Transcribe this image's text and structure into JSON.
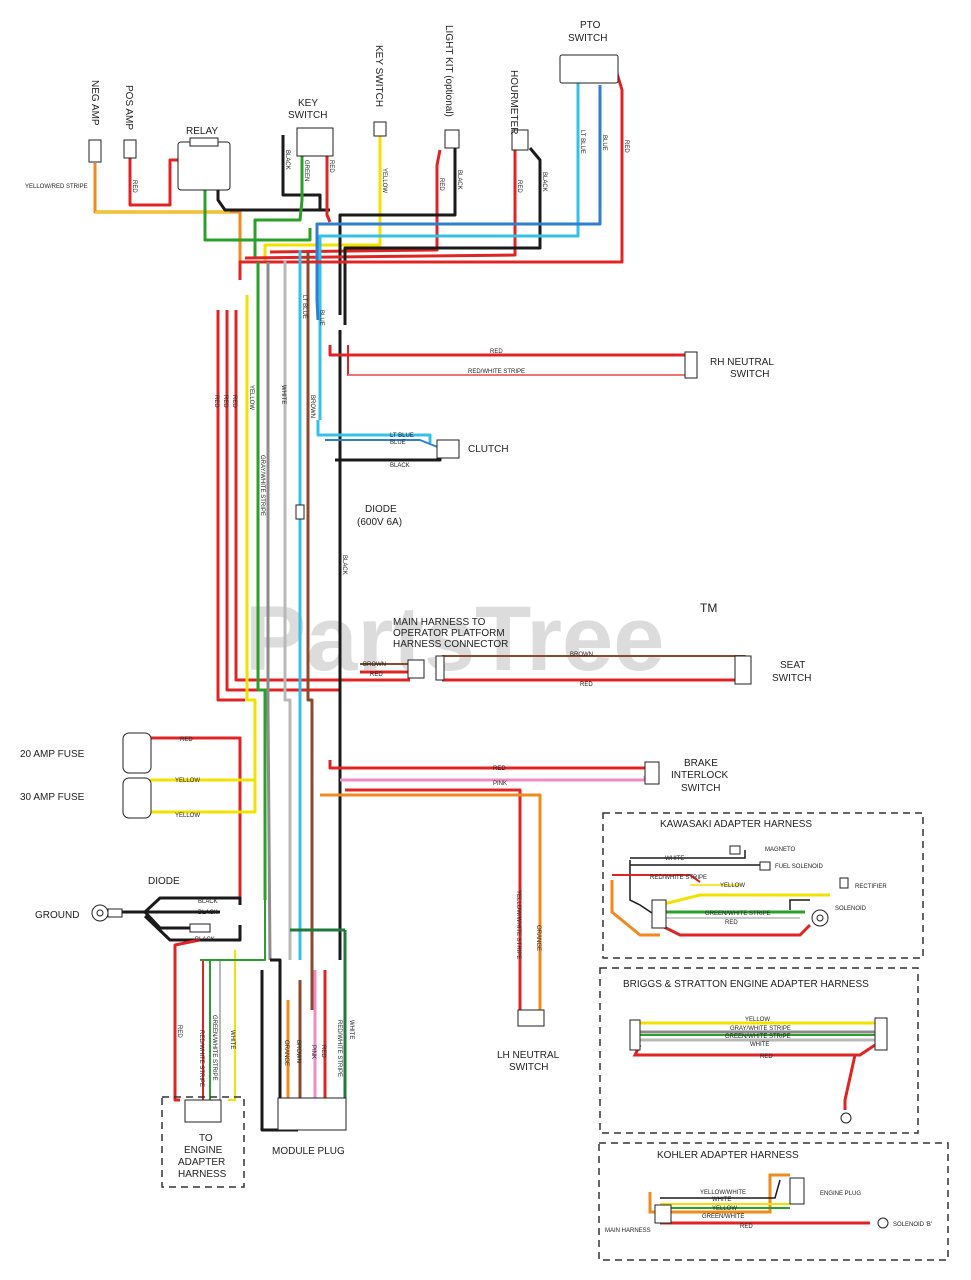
{
  "watermark": "PartsTree",
  "watermark_tm": "TM",
  "components": {
    "neg_amp": "NEG AMP",
    "pos_amp": "POS AMP",
    "relay": "RELAY",
    "key_switch_1": "KEY",
    "key_switch_2": "SWITCH",
    "key_switch_vertical": "KEY SWITCH",
    "light_kit": "LIGHT KIT (optional)",
    "hourmeter": "HOURMETER",
    "pto_switch_1": "PTO",
    "pto_switch_2": "SWITCH",
    "rh_neutral_1": "RH NEUTRAL",
    "rh_neutral_2": "SWITCH",
    "clutch": "CLUTCH",
    "diode_top_1": "DIODE",
    "diode_top_2": "(600V 6A)",
    "main_harness_1": "MAIN HARNESS TO",
    "main_harness_2": "OPERATOR PLATFORM",
    "main_harness_3": "HARNESS CONNECTOR",
    "seat_switch_1": "SEAT",
    "seat_switch_2": "SWITCH",
    "fuse_20": "20 AMP FUSE",
    "fuse_30": "30 AMP FUSE",
    "brake_1": "BRAKE",
    "brake_2": "INTERLOCK",
    "brake_3": "SWITCH",
    "diode_low": "DIODE",
    "ground": "GROUND",
    "lh_neutral_1": "LH NEUTRAL",
    "lh_neutral_2": "SWITCH",
    "engine_adapter_1": "TO",
    "engine_adapter_2": "ENGINE",
    "engine_adapter_3": "ADAPTER",
    "engine_adapter_4": "HARNESS",
    "module_plug": "MODULE PLUG"
  },
  "wire_labels": {
    "yellow_red_stripe": "YELLOW/RED STRIPE",
    "red": "RED",
    "black": "BLACK",
    "green": "GREEN",
    "yellow": "YELLOW",
    "white": "WHITE",
    "blue": "BLUE",
    "lt_blue": "LT BLUE",
    "red_white_stripe": "RED/WHITE STRIPE",
    "brown": "BROWN",
    "gray_white_stripe": "GRAY/WHITE STRIPE",
    "pink": "PINK",
    "orange": "ORANGE",
    "yellow_white_stripe": "YELLOW/WHITE STRIPE",
    "green_white_stripe": "GREEN/WHITE STRIPE"
  },
  "kawasaki": {
    "title": "KAWASAKI ADAPTER HARNESS",
    "magneto": "MAGNETO",
    "fuel_solenoid": "FUEL SOLENOID",
    "rectifier": "RECTIFIER",
    "solenoid": "SOLENOID",
    "white": "WHITE",
    "red_white_stripe": "RED/WHITE STRIPE",
    "yellow": "YELLOW",
    "green_white_stripe": "GREEN/WHITE STRIPE",
    "red": "RED"
  },
  "briggs": {
    "title": "BRIGGS & STRATTON ENGINE ADAPTER HARNESS",
    "yellow": "YELLOW",
    "gray_white_stripe": "GRAY/WHITE STRIPE",
    "green_white_stripe": "GREEN/WHITE STRIPE",
    "white": "WHITE",
    "red": "RED"
  },
  "kohler": {
    "title": "KOHLER ADAPTER HARNESS",
    "engine_plug": "ENGINE PLUG",
    "solenoid_b": "SOLENOID 'B'",
    "main_harness": "MAIN HARNESS",
    "yellow_white": "YELLOW/WHITE",
    "white": "WHITE",
    "yellow": "YELLOW",
    "green_white": "GREEN/WHITE",
    "red": "RED"
  },
  "colors": {
    "red": "#e02424",
    "black": "#1a1a1a",
    "green": "#2aa02a",
    "yellow": "#f2e200",
    "white": "#b8b8b8",
    "blue": "#2f7fd1",
    "lt_blue": "#35c0e8",
    "brown": "#8b4a2b",
    "pink": "#f08bc4",
    "orange": "#f08a1e",
    "gray": "#8c8c8c",
    "dark_green": "#1e7a3a"
  }
}
